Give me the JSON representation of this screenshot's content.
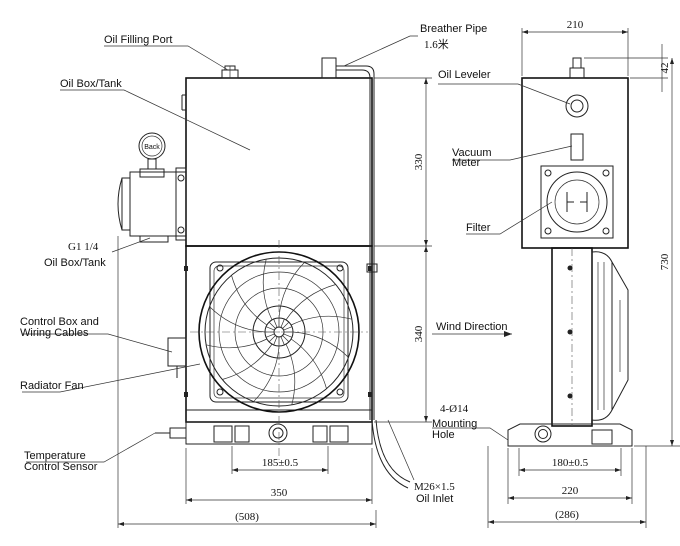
{
  "labels": {
    "oil_filling_port": "Oil Filling Port",
    "oil_box_tank_top": "Oil Box/Tank",
    "gauge_back": "Back",
    "thread_g1": "G1 1/4",
    "oil_box_tank_bottom": "Oil Box/Tank",
    "control_box_line1": "Control Box and",
    "control_box_line2": "Wiring Cables",
    "radiator_fan": "Radiator Fan",
    "temp_sensor_line1": "Temperature",
    "temp_sensor_line2": "Control Sensor",
    "breather_pipe": "Breather Pipe",
    "breather_size": "1.6米",
    "oil_leveler": "Oil Leveler",
    "vacuum_meter_line1": "Vacuum",
    "vacuum_meter_line2": "Meter",
    "filter": "Filter",
    "wind_direction": "Wind Direction",
    "mounting_spec": "4-Ø14",
    "mounting_line1": "Mounting",
    "mounting_line2": "Hole",
    "inlet_thread": "M26×1.5",
    "oil_inlet": "Oil Inlet"
  },
  "dimensions": {
    "front_hole_spacing": "185±0.5",
    "front_width": "350",
    "front_overall": "(508)",
    "tank_height": "330",
    "radiator_height": "340",
    "side_top_width": "210",
    "side_top_height": "42",
    "side_total_height": "730",
    "side_hole_spacing": "180±0.5",
    "side_base_width": "220",
    "side_overall": "(286)"
  }
}
